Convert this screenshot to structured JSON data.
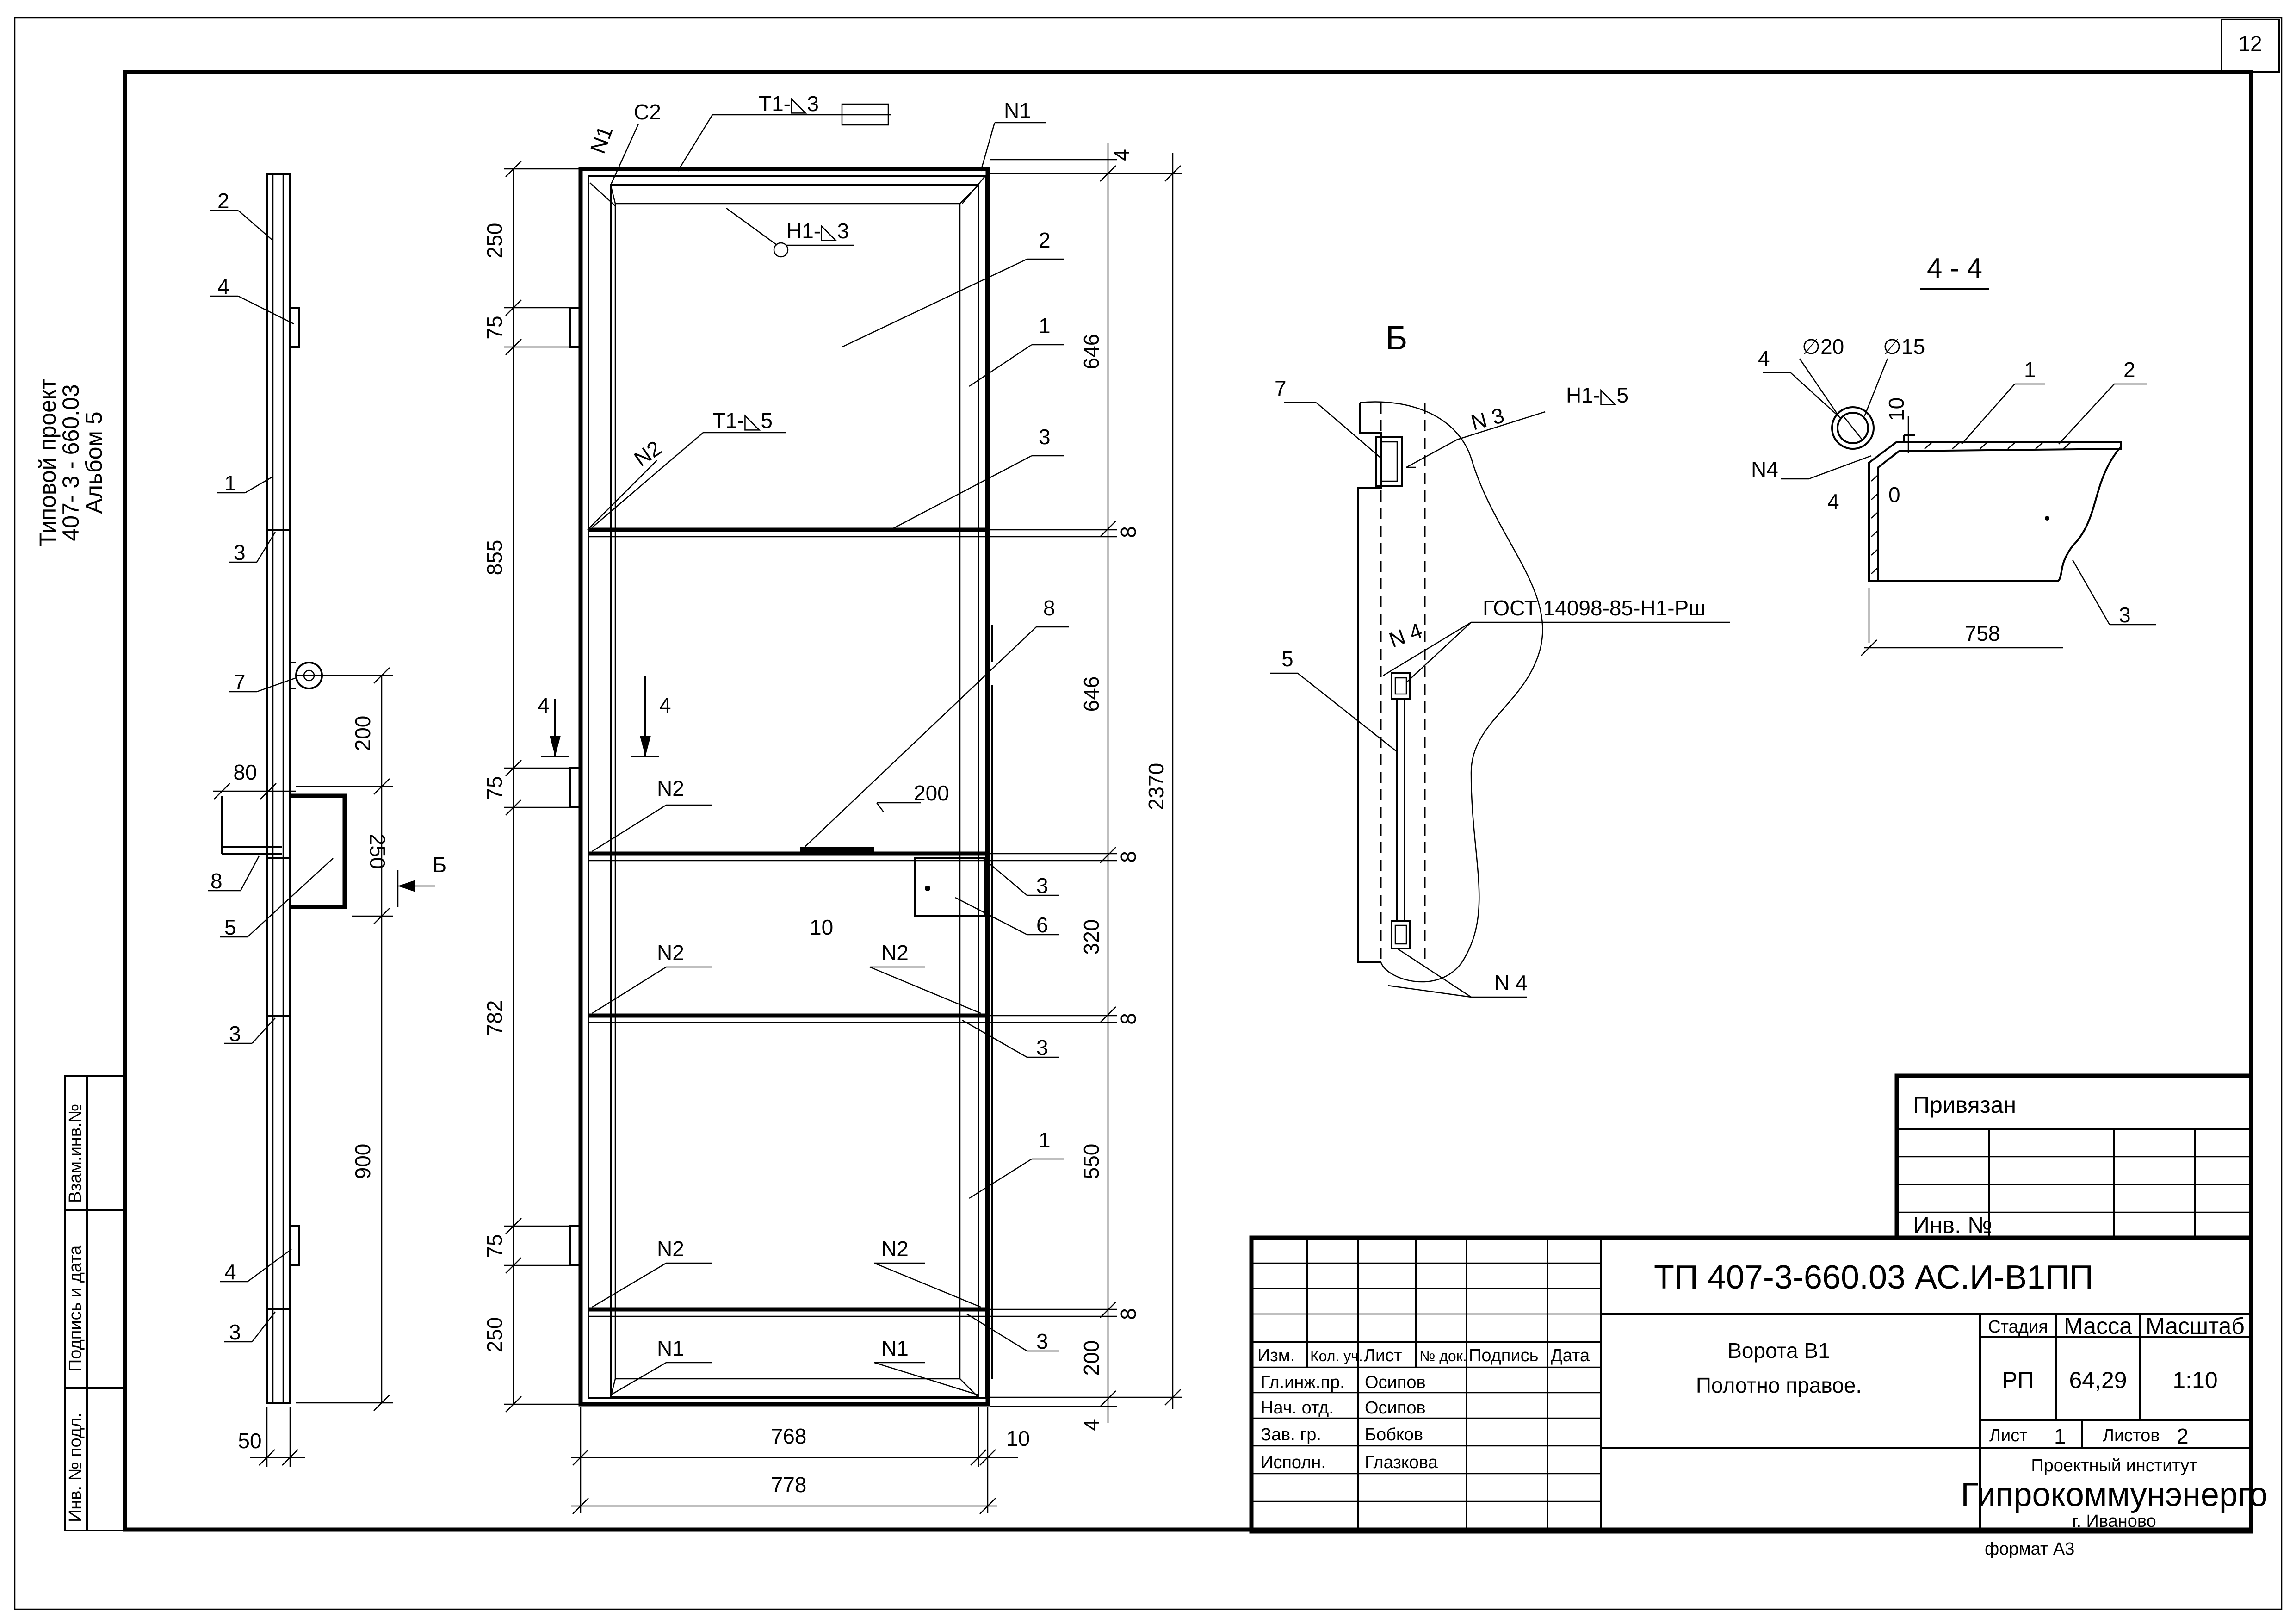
{
  "sheet": {
    "number": "12",
    "format": "формат А3"
  },
  "side_stamp": {
    "line1": "Типовой проект",
    "line2": "407- 3 - 660.03",
    "line3": "Альбом 5"
  },
  "left_margin": {
    "vzam": "Взам.инв.№",
    "podpis": "Подпись и дата",
    "inv": "Инв. № подл."
  },
  "side_view": {
    "callouts": [
      "2",
      "4",
      "1",
      "3",
      "7",
      "8",
      "5",
      "3",
      "4",
      "3"
    ],
    "dims": {
      "d80": "80",
      "d200": "200",
      "d250": "250",
      "d900": "900",
      "d50": "50"
    },
    "section_b": "Б"
  },
  "front_view": {
    "top_labels": {
      "n1_left": "N1",
      "c2": "C2",
      "t1_3": "Т1-◺3",
      "n1_right": "N1",
      "h1_3": "Н1-◺3"
    },
    "labels": {
      "t1_5": "Т1-◺5",
      "n2a": "N2",
      "n2b": "N2",
      "n2c": "N2",
      "n2d": "N2",
      "n2e": "N2",
      "n2f": "N2",
      "n1l": "N1",
      "n1r": "N1",
      "sec4l": "4",
      "sec4r": "4",
      "w200": "200",
      "w10": "10"
    },
    "right_callouts": {
      "c2": "2",
      "c1": "1",
      "c3a": "3",
      "c8": "8",
      "c3b": "3",
      "c6": "6",
      "c3c": "3",
      "c1b": "1",
      "c3d": "3"
    },
    "left_dims": [
      "250",
      "75",
      "855",
      "75",
      "782",
      "75",
      "250"
    ],
    "right_dims": {
      "r4a": "4",
      "r646a": "646",
      "r8a": "8",
      "r646b": "646",
      "r8b": "8",
      "r320": "320",
      "r8c": "8",
      "r550": "550",
      "r8d": "8",
      "r200": "200",
      "r4b": "4",
      "total": "2370"
    },
    "bottom_dims": {
      "w768": "768",
      "w10": "10",
      "w778": "778"
    }
  },
  "detail_b": {
    "title": "Б",
    "labels": {
      "n3": "N 3",
      "h1_5": "Н1-◺5",
      "c7": "7",
      "c5": "5",
      "n4a": "N 4",
      "gost": "ГОСТ 14098-85-Н1-Рш",
      "n4b": "N 4"
    }
  },
  "section_44": {
    "title": "4 - 4",
    "labels": {
      "c4": "4",
      "d20": "∅20",
      "d15": "∅15",
      "c1": "1",
      "c2": "2",
      "n4": "N4",
      "d10": "10",
      "d4": "4",
      "d0": "0",
      "w758": "758",
      "c3": "3"
    }
  },
  "title_block": {
    "privyazan": "Привязан",
    "inv": "Инв. №",
    "project_code": "ТП   407-3-660.03   АС.И-В1ПП",
    "col_headers": [
      "Изм.",
      "Кол. уч.",
      "Лист",
      "№ док.",
      "Подпись",
      "Дата"
    ],
    "roles": [
      {
        "role": "Гл.инж.пр.",
        "name": "Осипов"
      },
      {
        "role": "Нач. отд.",
        "name": "Осипов"
      },
      {
        "role": "Зав. гр.",
        "name": "Бобков"
      },
      {
        "role": "Исполн.",
        "name": "Глазкова"
      }
    ],
    "object_line1": "Ворота В1",
    "object_line2": "Полотно правое.",
    "stage_header": "Стадия",
    "mass_header": "Масса",
    "scale_header": "Масштаб",
    "stage": "РП",
    "mass": "64,29",
    "scale": "1:10",
    "sheet_label": "Лист",
    "sheet_value": "1",
    "sheets_label": "Листов",
    "sheets_value": "2",
    "org_line1": "Проектный институт",
    "org_line2": "Гипрокоммунэнерго",
    "org_line3": "г. Иваново"
  }
}
